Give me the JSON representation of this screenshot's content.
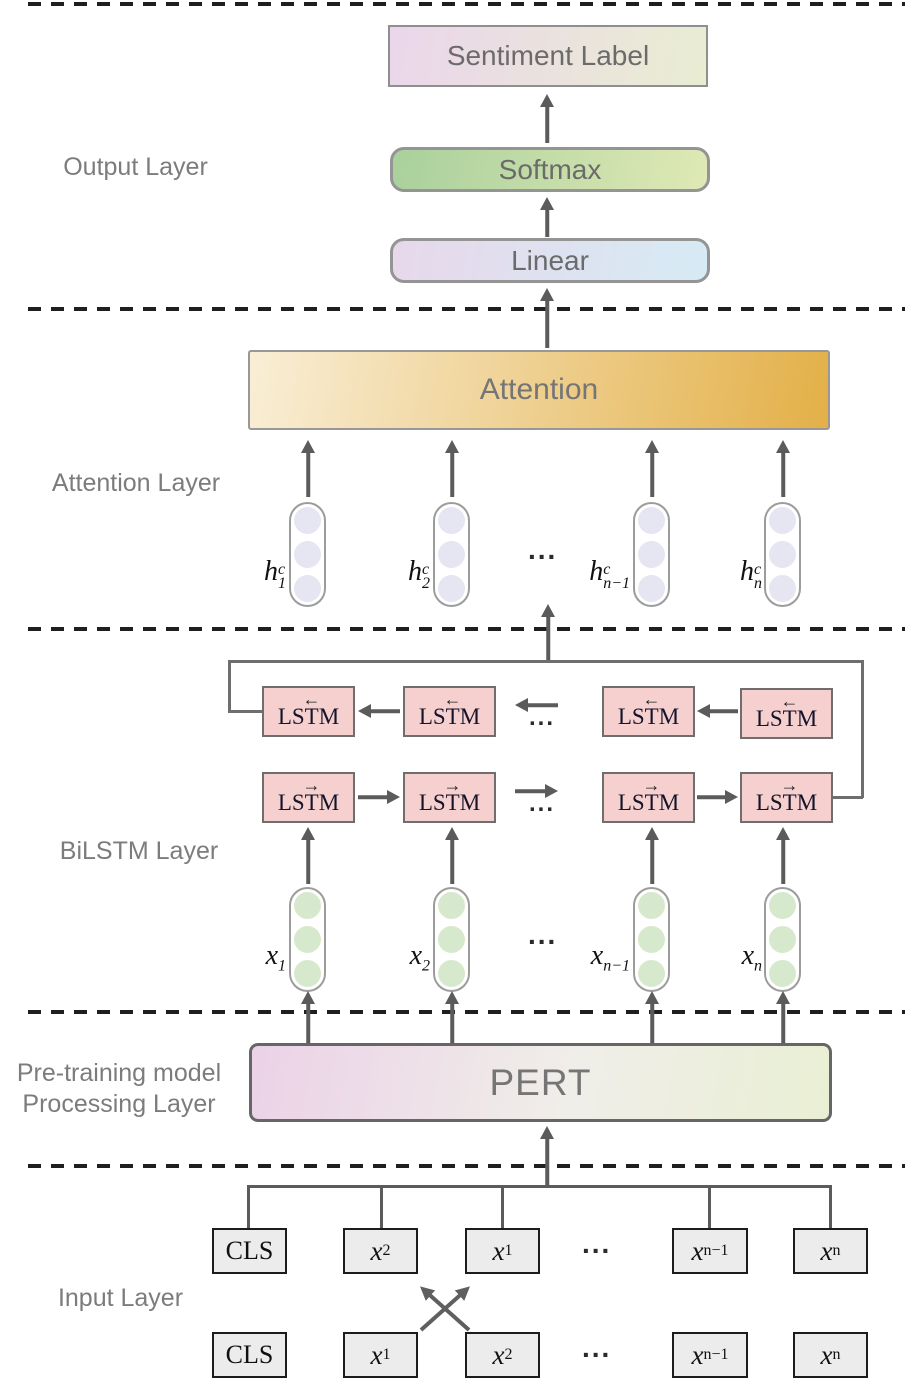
{
  "dots": "...",
  "colors": {
    "arrow": "#5b5b5b",
    "dashed_line": "#1f1f1f",
    "layer_label_gray": "#7c7c7c",
    "sentiment_gradient": [
      "#ebd6eb",
      "#e9edd2"
    ],
    "softmax_gradient": [
      "#a9d09c",
      "#dfe9b5"
    ],
    "linear_gradient": [
      "#e7d8eb",
      "#d6ebf5"
    ],
    "attention_gradient": [
      "#f9eed6",
      "#e3b048"
    ],
    "pert_gradient": [
      "#ebd2e7",
      "#e9efd4"
    ],
    "lstm_fill": "#f6cfcf",
    "input_box_fill": "#ececec",
    "h_cell_fill": "#e6e6f2",
    "x_cell_fill": "#d7e9cd"
  },
  "layer_labels": {
    "output": "Output Layer",
    "attention": "Attention Layer",
    "bilstm": "BiLSTM Layer",
    "pretraining_line1": "Pre-training model",
    "pretraining_line2": "Processing Layer",
    "input": "Input Layer"
  },
  "output_layer": {
    "sentiment_label": "Sentiment Label",
    "softmax": "Softmax",
    "linear": "Linear"
  },
  "attention_layer": {
    "attention": "Attention",
    "vectors": [
      {
        "base": "h",
        "sup": "c",
        "sub": "1"
      },
      {
        "base": "h",
        "sup": "c",
        "sub": "2"
      },
      {
        "base": "h",
        "sup": "c",
        "sub": "n−1"
      },
      {
        "base": "h",
        "sup": "c",
        "sub": "n"
      }
    ]
  },
  "bilstm_layer": {
    "lstm": "LSTM",
    "backward_arrow": "←",
    "forward_arrow": "→",
    "inputs": [
      {
        "base": "x",
        "sub": "1"
      },
      {
        "base": "x",
        "sub": "2"
      },
      {
        "base": "x",
        "sub": "n−1"
      },
      {
        "base": "x",
        "sub": "n"
      }
    ]
  },
  "pretraining_layer": {
    "pert": "PERT"
  },
  "input_layer": {
    "top_row": [
      {
        "label": "CLS"
      },
      {
        "base": "x",
        "sub": "2"
      },
      {
        "base": "x",
        "sub": "1"
      },
      {
        "base": "x",
        "sub": "n−1"
      },
      {
        "base": "x",
        "sub": "n"
      }
    ],
    "bottom_row": [
      {
        "label": "CLS"
      },
      {
        "base": "x",
        "sub": "1"
      },
      {
        "base": "x",
        "sub": "2"
      },
      {
        "base": "x",
        "sub": "n−1"
      },
      {
        "base": "x",
        "sub": "n"
      }
    ]
  }
}
